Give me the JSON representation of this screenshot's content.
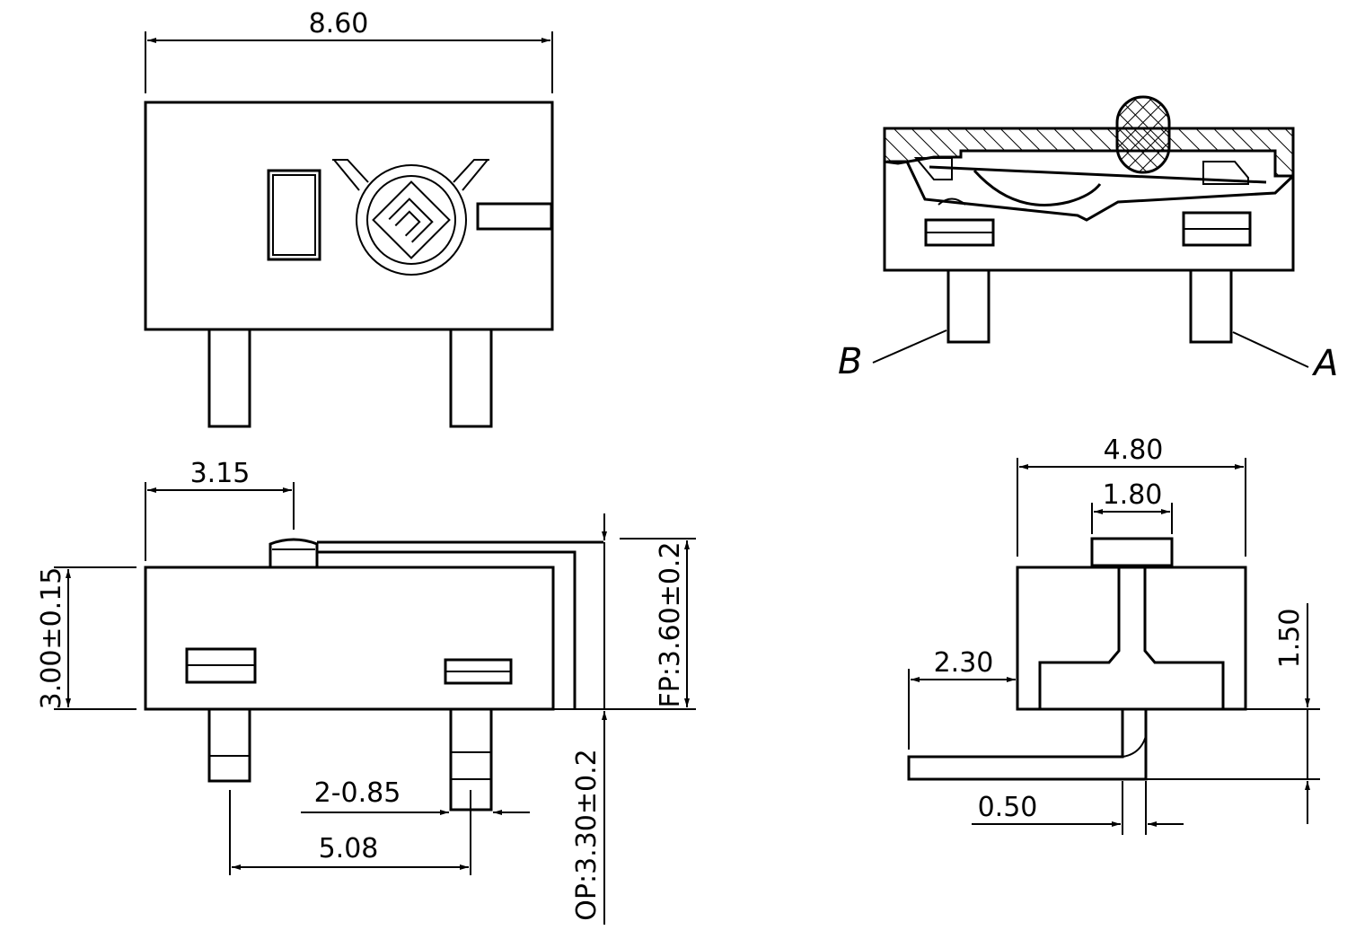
{
  "colors": {
    "line": "#000000",
    "background": "#ffffff"
  },
  "front_view": {
    "width_dim": "8.60",
    "logo_icon": "omron-style-logo-icon"
  },
  "section_view": {
    "terminal_b": "B",
    "terminal_a": "A"
  },
  "side_view": {
    "actuator_offset_dim": "3.15",
    "body_height_dim": "3.00±0.15",
    "free_position_dim": "FP:3.60±0.2",
    "operating_position_dim": "OP:3.30±0.2",
    "pin_width_dim": "2-0.85",
    "pin_pitch_dim": "5.08"
  },
  "end_view": {
    "body_width_dim": "4.80",
    "actuator_width_dim": "1.80",
    "pin_length_dim": "2.30",
    "pin_height_dim": "1.50",
    "pin_thickness_dim": "0.50"
  }
}
